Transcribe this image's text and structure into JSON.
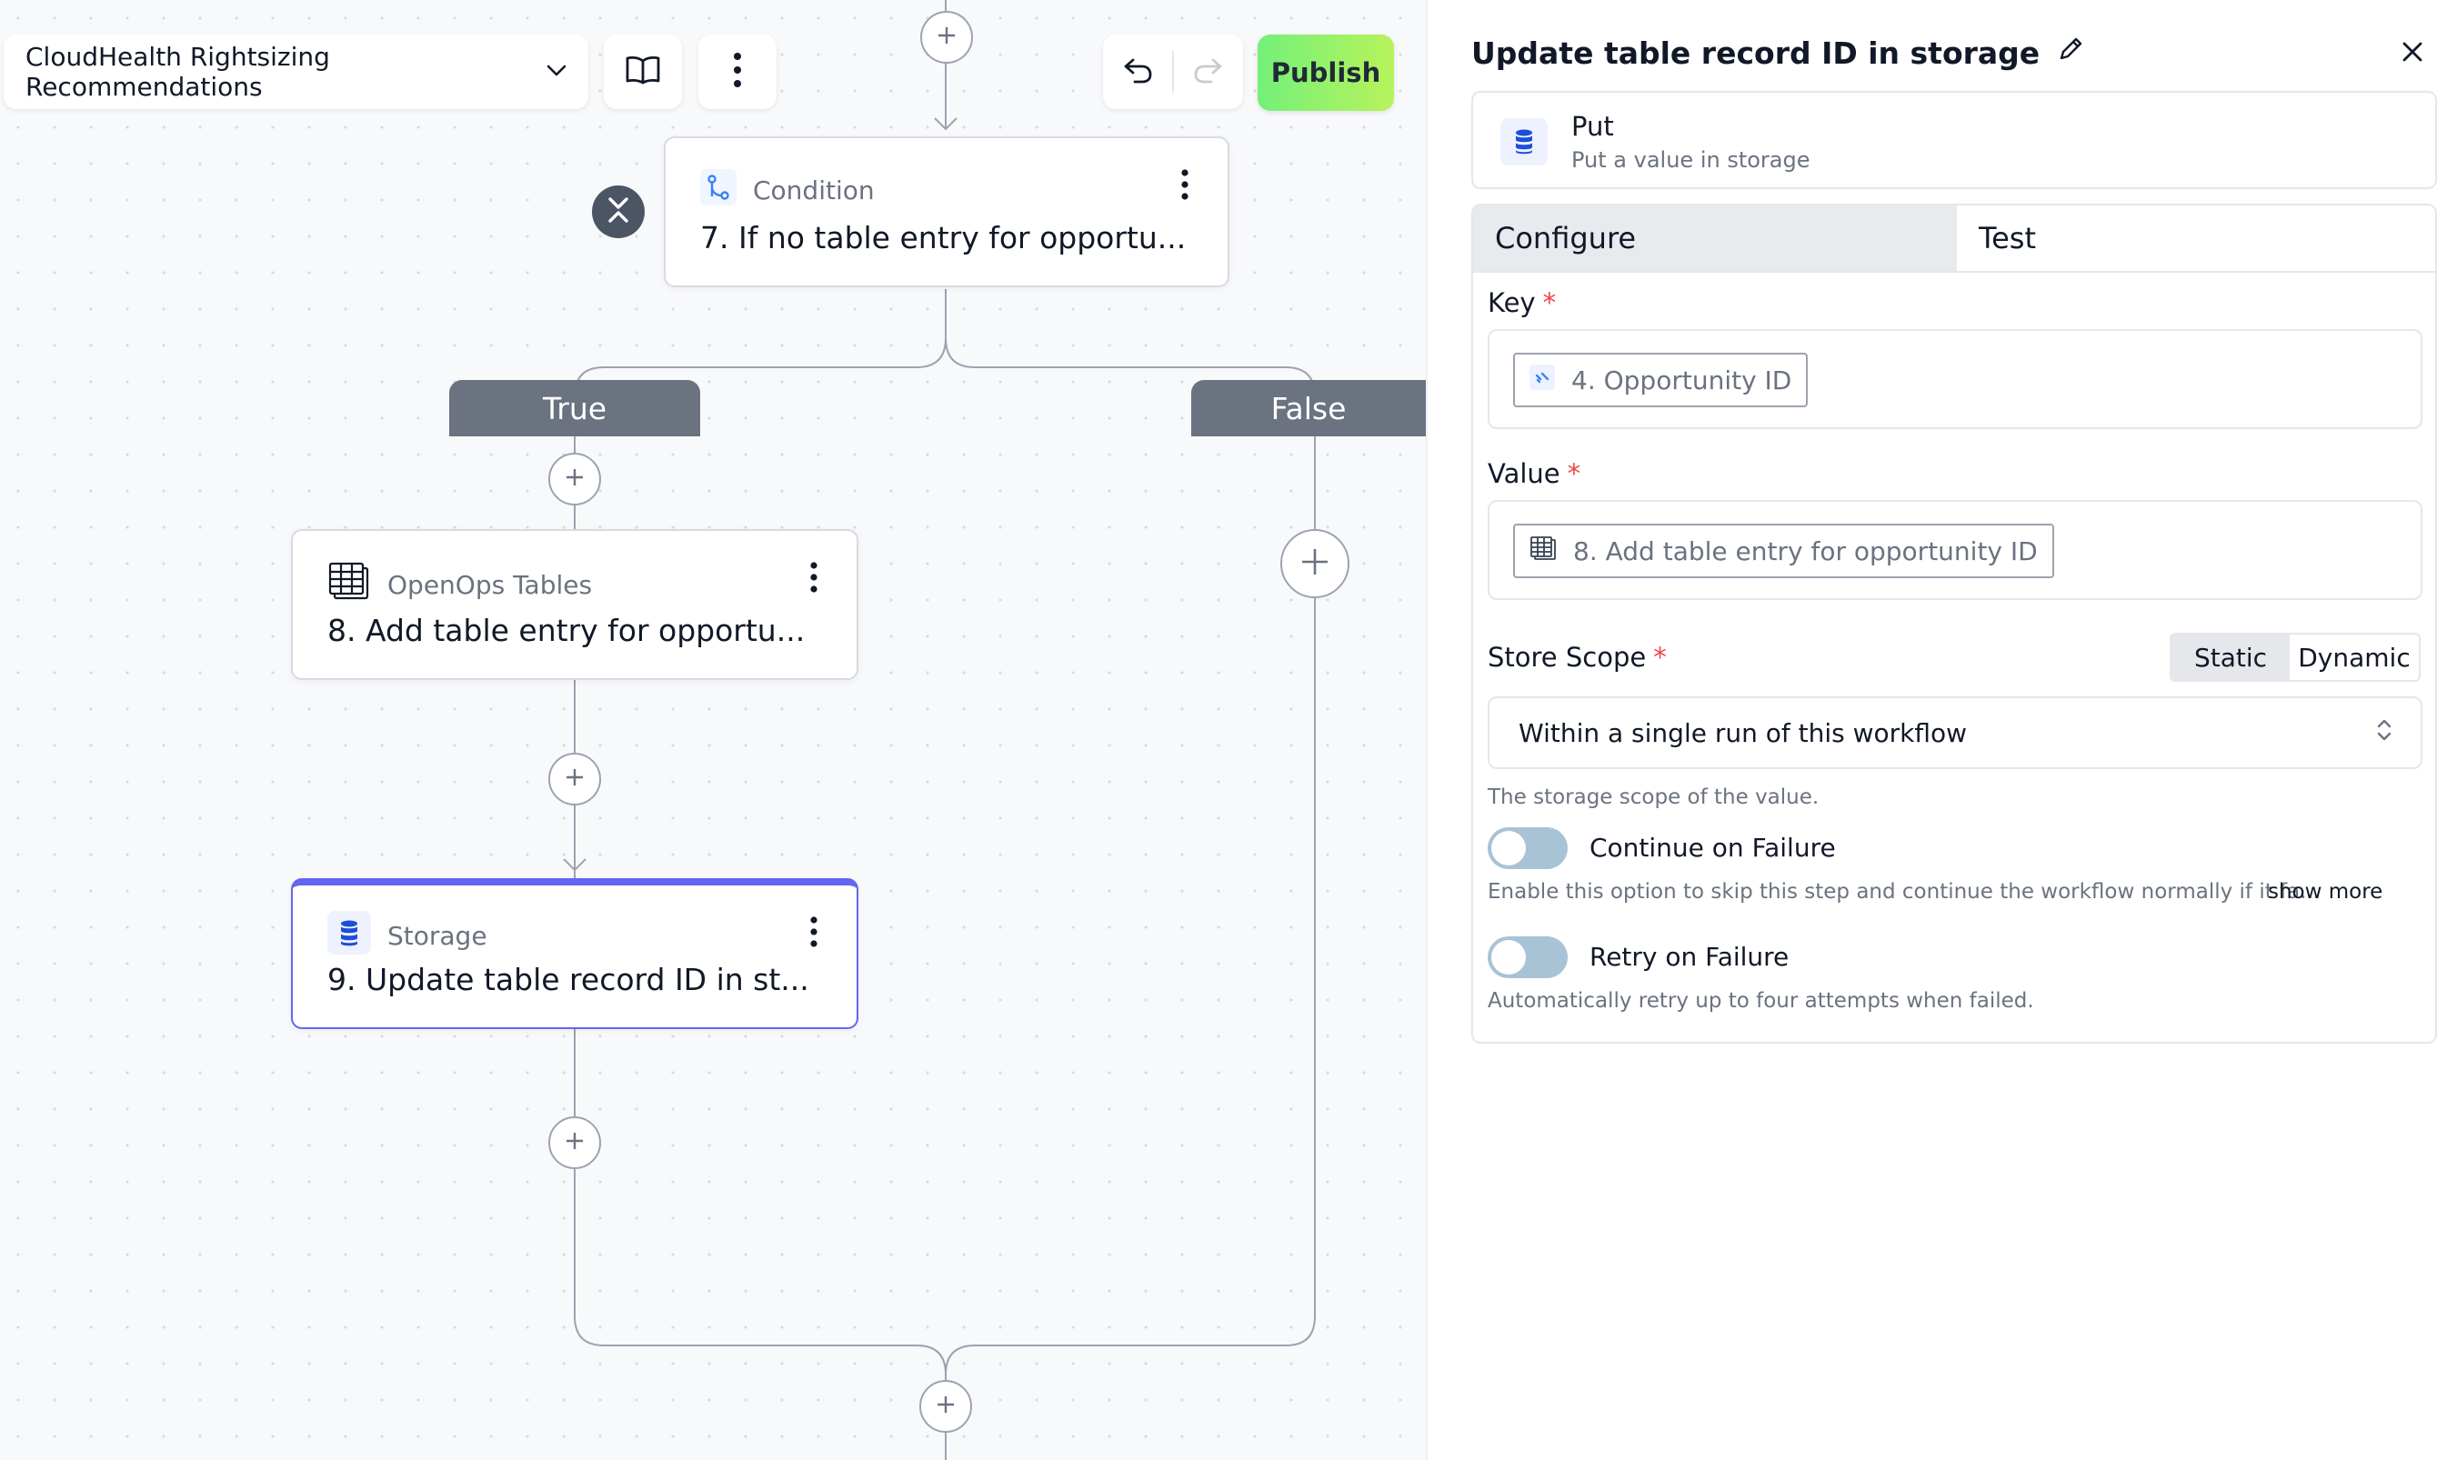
{
  "canvas": {
    "workflow_title": "CloudHealth Rightsizing Recommendations",
    "publish_label": "Publish",
    "condition_node": {
      "type": "Condition",
      "title": "7. If no table entry for opportu..."
    },
    "branches": {
      "true_label": "True",
      "false_label": "False"
    },
    "tables_node": {
      "type": "OpenOps Tables",
      "title": "8. Add table entry for opportu..."
    },
    "storage_node": {
      "type": "Storage",
      "title": "9. Update table record ID in st..."
    }
  },
  "panel": {
    "title": "Update table record ID in storage",
    "action": {
      "name": "Put",
      "description": "Put a value in storage"
    },
    "tabs": [
      {
        "label": "Configure",
        "active": true
      },
      {
        "label": "Test",
        "active": false
      }
    ],
    "key": {
      "label": "Key",
      "required_mark": "*",
      "value": "4. Opportunity ID"
    },
    "value": {
      "label": "Value",
      "required_mark": "*",
      "value": "8. Add table entry for opportunity ID"
    },
    "store_scope": {
      "label": "Store Scope",
      "required_mark": "*",
      "modes": [
        "Static",
        "Dynamic"
      ],
      "active_mode": "Static",
      "selected": "Within a single run of this workflow",
      "help": "The storage scope of the value."
    },
    "continue_on_failure": {
      "label": "Continue on Failure",
      "enabled": false,
      "help": "Enable this option to skip this step and continue the workflow normally if it fa...",
      "show_more": "show more"
    },
    "retry_on_failure": {
      "label": "Retry on Failure",
      "enabled": false,
      "help": "Automatically retry up to four attempts when failed."
    }
  },
  "colors": {
    "accent": "#6366f1",
    "publish_from": "#74f07a",
    "publish_to": "#b7f35b",
    "branch": "#6b7280",
    "required": "#ef4444",
    "toggle_off": "#a9c3d6"
  },
  "icons": [
    "chevron-down-icon",
    "book-icon",
    "kebab-icon",
    "undo-icon",
    "redo-icon",
    "branch-icon",
    "table-icon",
    "database-icon",
    "collapse-icon",
    "plus-icon",
    "pencil-icon",
    "close-icon",
    "unfold-icon",
    "key-chip-icon"
  ]
}
